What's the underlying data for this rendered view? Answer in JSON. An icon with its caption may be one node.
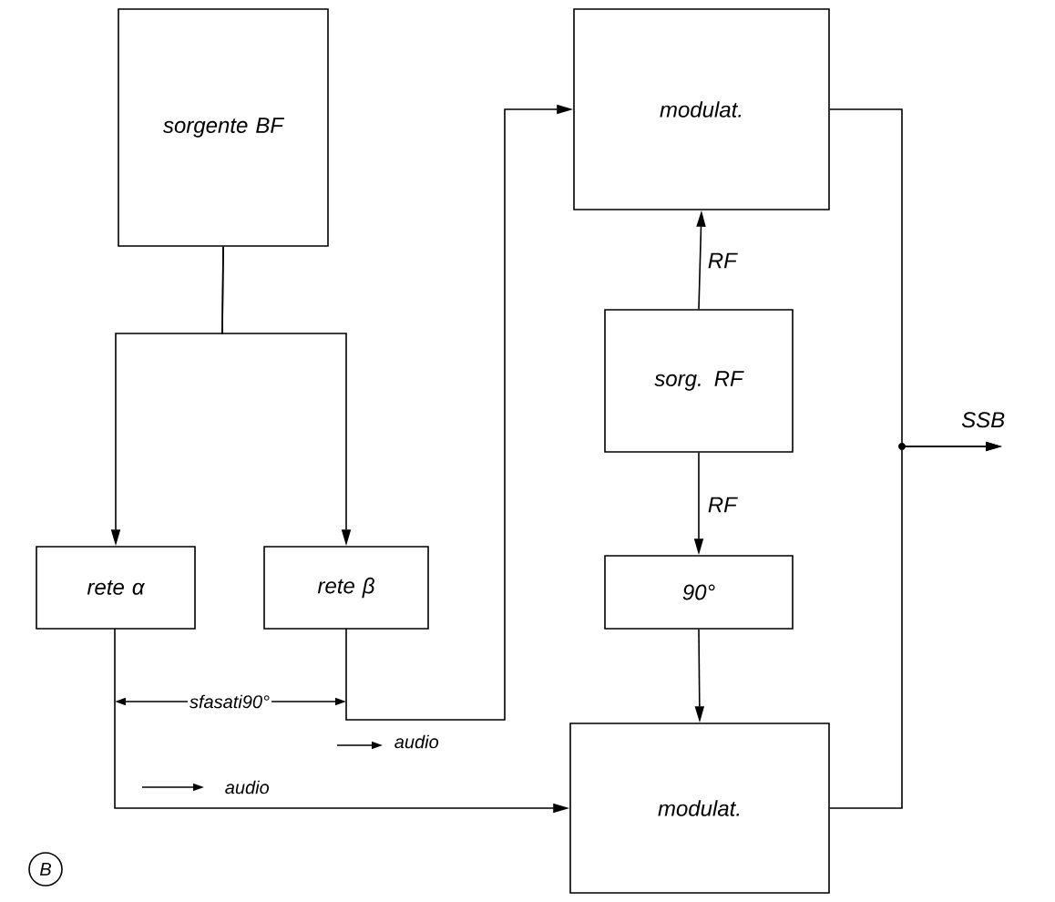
{
  "diagram": {
    "nodes": [
      {
        "text": [
          "sorgente BF"
        ]
      },
      {
        "text": [
          "rete α"
        ]
      },
      {
        "text": [
          "rete β"
        ]
      },
      {
        "text": [
          "modulat."
        ]
      },
      {
        "text": [
          "sorg. RF"
        ]
      },
      {
        "text": [
          "90°"
        ]
      },
      {
        "text": [
          "modulat."
        ]
      },
      {
        "text": [
          "SSB"
        ]
      }
    ],
    "edges": [
      {
        "from": 0,
        "to": 1,
        "arrow": "to"
      },
      {
        "from": 0,
        "to": 2,
        "arrow": "to"
      },
      {
        "from": 2,
        "to": 3,
        "arrow": "to"
      },
      {
        "from": 1,
        "to": 6,
        "arrow": "to"
      },
      {
        "from": 4,
        "to": 3,
        "arrow": "to",
        "label": "RF"
      },
      {
        "from": 4,
        "to": 5,
        "arrow": "to",
        "label": "RF"
      },
      {
        "from": 5,
        "to": 6,
        "arrow": "to"
      },
      {
        "from": 3,
        "to": 7,
        "arrow": "to"
      },
      {
        "from": 6,
        "to": 7,
        "arrow": "to"
      }
    ],
    "labels": [
      "sfasati90°",
      "audio",
      "audio",
      "B"
    ]
  }
}
